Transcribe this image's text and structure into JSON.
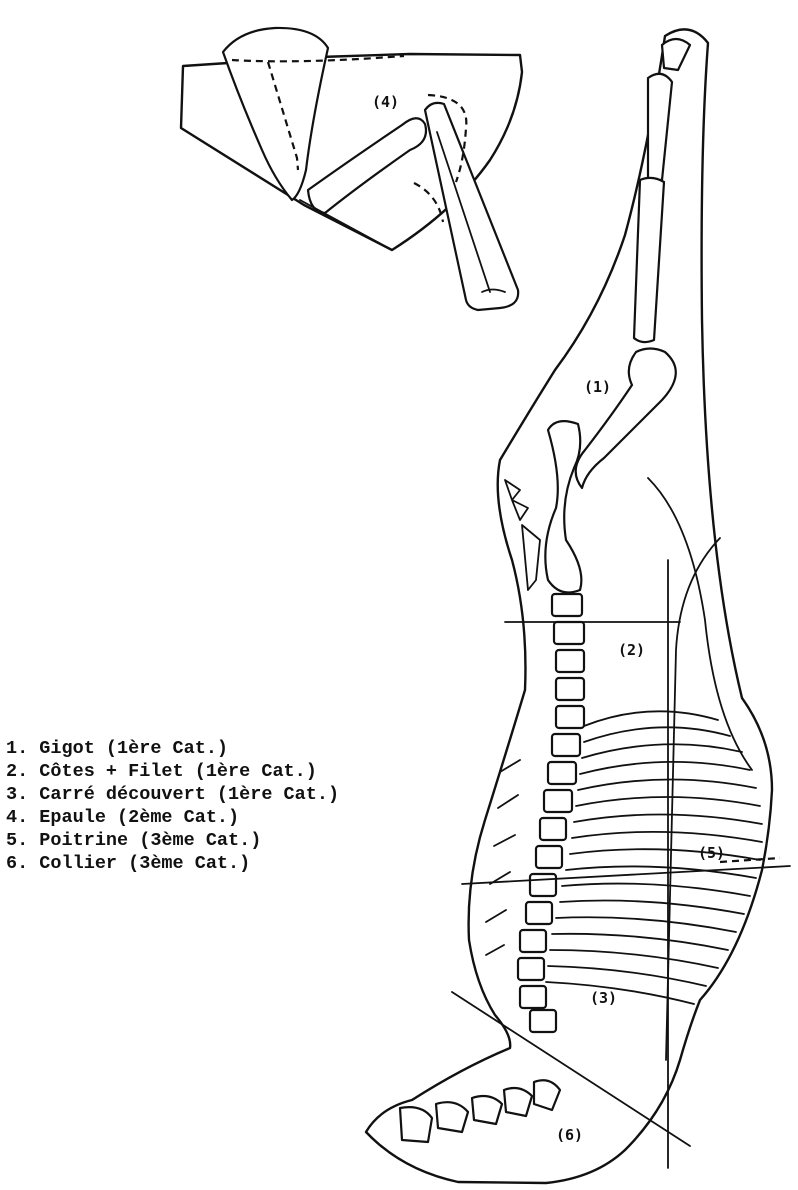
{
  "regions": [
    {
      "id": "1",
      "label": "(1)"
    },
    {
      "id": "2",
      "label": "(2)"
    },
    {
      "id": "3",
      "label": "(3)"
    },
    {
      "id": "4",
      "label": "(4)"
    },
    {
      "id": "5",
      "label": "(5)"
    },
    {
      "id": "6",
      "label": "(6)"
    }
  ],
  "legend": [
    "1. Gigot (1ère Cat.)",
    "2. Côtes + Filet (1ère Cat.)",
    "3. Carré découvert (1ère Cat.)",
    "4. Epaule (2ème Cat.)",
    "5. Poitrine (3ème Cat.)",
    "6. Collier (3ème Cat.)"
  ]
}
